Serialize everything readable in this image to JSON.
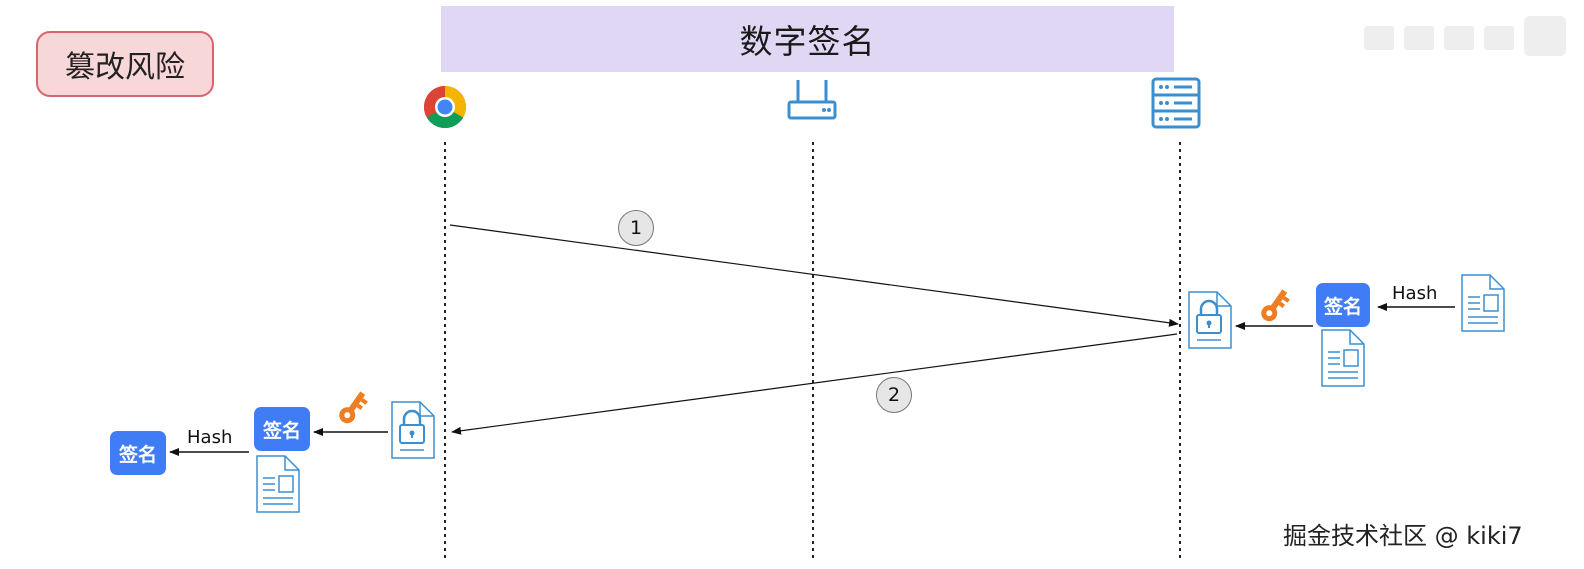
{
  "header": {
    "title": "数字签名"
  },
  "risk_tag": {
    "label": "篡改风险"
  },
  "watermark": {
    "text": "掘金技术社区 @ kiki7"
  },
  "steps": {
    "step1": "1",
    "step2": "2"
  },
  "server_side": {
    "sign_label": "签名",
    "hash_label": "Hash"
  },
  "client_side": {
    "sign_label": "签名",
    "result_sign_label": "签名",
    "hash_label": "Hash"
  },
  "colors": {
    "title_bg": "#e0d7f5",
    "risk_bg": "#f8d7d9",
    "risk_border": "#d9646c",
    "sign_blue": "#3f7cf5",
    "icon_blue": "#3b8fd0",
    "key_orange": "#ef7d22"
  }
}
